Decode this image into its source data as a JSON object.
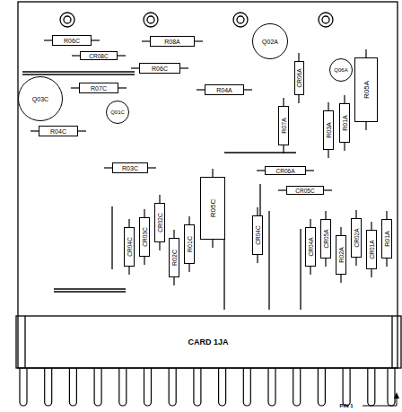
{
  "diagram": {
    "labels": [
      "R06C",
      "R08A",
      "Q02A",
      "CR08C",
      "CR06A",
      "Q06A",
      "R06C",
      "R07C",
      "R04A",
      "Q03C",
      "R07A",
      "R05A",
      "R03A",
      "R01A",
      "Q01C",
      "R04C",
      "R03C",
      "CR06A",
      "CR05C",
      "R05C",
      "CR04C",
      "CR04C",
      "CR03C",
      "CR02C",
      "R02C",
      "R01C",
      "CR04A",
      "CR05A",
      "R02A",
      "CR02A",
      "CR01A",
      "R01A",
      "CARD 1JA",
      "PIN 1"
    ]
  }
}
